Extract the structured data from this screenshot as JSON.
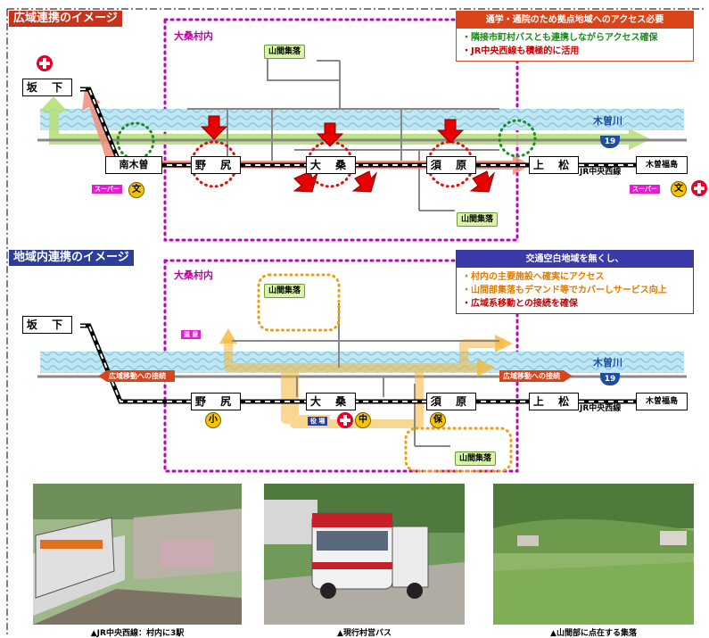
{
  "top": {
    "title": "広域連携のイメージ",
    "village_label": "大桑村内",
    "info": {
      "title": "通学・通院のため拠点地域へのアクセス必要",
      "line1": "・隣接市町村バスとも連携しながらアクセス確保",
      "line2": "・JR中央西線も積極的に活用"
    },
    "stations": {
      "sakashita": "坂 下",
      "nagiso": "南木曽",
      "nojiri": "野 尻",
      "okuwa": "大 桑",
      "suhara": "須 原",
      "agematsu": "上 松",
      "kisofukushima": "木曽福島"
    },
    "villages": {
      "north": "山間集落",
      "south": "山間集落"
    },
    "river": "木曽川",
    "route": "19",
    "jr_line": "JR中央西線",
    "supermarket": "スーパー",
    "school_mark": "文"
  },
  "bottom": {
    "title": "地域内連携のイメージ",
    "village_label": "大桑村内",
    "info": {
      "title": "交通空白地域を無くし、",
      "line1": "・村内の主要施設へ確実にアクセス",
      "line2": "・山間部集落もデマンド等でカバーしサービス向上",
      "line3": "・広域系移動との接続を確保"
    },
    "stations": {
      "sakashita": "坂 下",
      "nojiri": "野 尻",
      "okuwa": "大 桑",
      "suhara": "須 原",
      "agematsu": "上 松",
      "kisofukushima": "木曽福島"
    },
    "villages": {
      "north": "山間集落",
      "south": "山間集落"
    },
    "onsen": "温 泉",
    "river": "木曽川",
    "route": "19",
    "jr_line": "JR中央西線",
    "conn_left": "広域移動への接続",
    "conn_right": "広域移動への接続",
    "office": "役 場",
    "marks": {
      "elementary": "小",
      "junior": "中",
      "nursery": "保"
    }
  },
  "photos": [
    {
      "caption": "▲JR中央西線：村内に3駅"
    },
    {
      "caption": "▲現行村営バス"
    },
    {
      "caption": "▲山間部に点在する集落"
    }
  ],
  "colors": {
    "top_header": "#c8341b",
    "bottom_header": "#2b3f9a",
    "info_top": "#d9441a",
    "info_bottom": "#3a3aa8",
    "green_text": "#1a8a1a",
    "red_text": "#c80000"
  }
}
